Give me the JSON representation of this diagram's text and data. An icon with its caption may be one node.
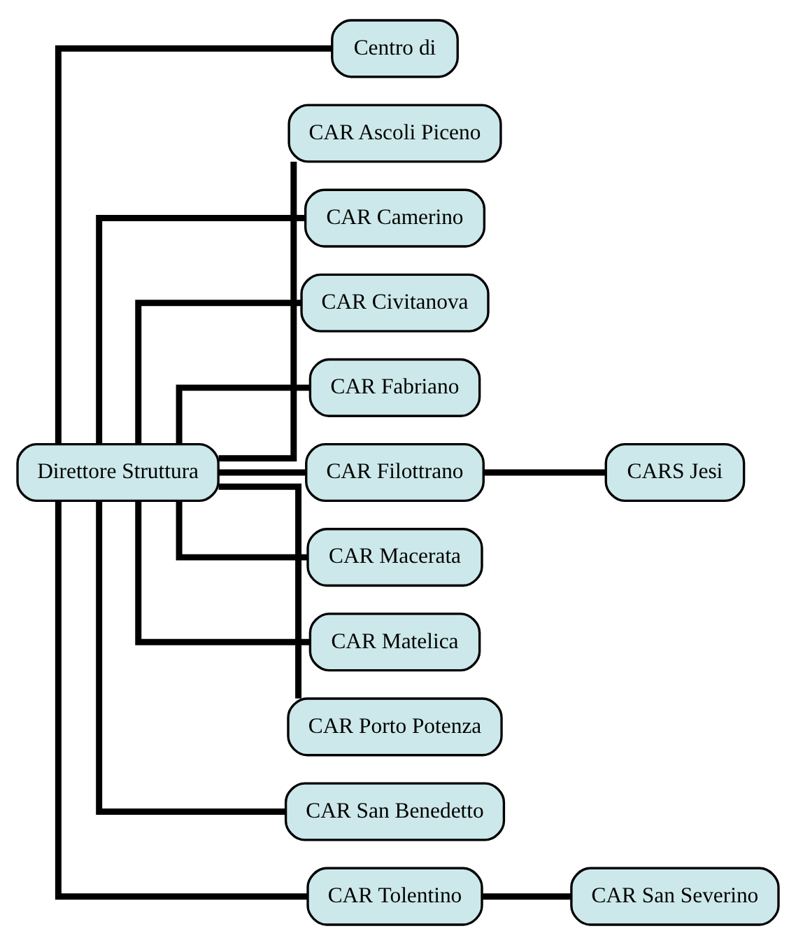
{
  "diagram": {
    "nodes": [
      {
        "text": [
          "Direttore Struttura"
        ]
      },
      {
        "text": [
          "Centro di"
        ]
      },
      {
        "text": [
          "CAR Ascoli Piceno"
        ]
      },
      {
        "text": [
          "CAR Camerino"
        ]
      },
      {
        "text": [
          "CAR Civitanova"
        ]
      },
      {
        "text": [
          "CAR Fabriano"
        ]
      },
      {
        "text": [
          "CAR Filottrano"
        ]
      },
      {
        "text": [
          "CARS Jesi"
        ]
      },
      {
        "text": [
          "CAR Macerata"
        ]
      },
      {
        "text": [
          "CAR Matelica"
        ]
      },
      {
        "text": [
          "CAR Porto Potenza"
        ]
      },
      {
        "text": [
          "CAR San Benedetto"
        ]
      },
      {
        "text": [
          "CAR Tolentino"
        ]
      },
      {
        "text": [
          "CAR San Severino"
        ]
      }
    ],
    "edges": [
      {
        "from": 0,
        "to": 1,
        "arrow": "none"
      },
      {
        "from": 0,
        "to": 2,
        "arrow": "none"
      },
      {
        "from": 0,
        "to": 3,
        "arrow": "none"
      },
      {
        "from": 0,
        "to": 4,
        "arrow": "none"
      },
      {
        "from": 0,
        "to": 5,
        "arrow": "none"
      },
      {
        "from": 0,
        "to": 6,
        "arrow": "none"
      },
      {
        "from": 6,
        "to": 7,
        "arrow": "none"
      },
      {
        "from": 0,
        "to": 8,
        "arrow": "none"
      },
      {
        "from": 0,
        "to": 9,
        "arrow": "none"
      },
      {
        "from": 0,
        "to": 10,
        "arrow": "none"
      },
      {
        "from": 0,
        "to": 11,
        "arrow": "none"
      },
      {
        "from": 0,
        "to": 12,
        "arrow": "none"
      },
      {
        "from": 12,
        "to": 13,
        "arrow": "none"
      }
    ]
  }
}
